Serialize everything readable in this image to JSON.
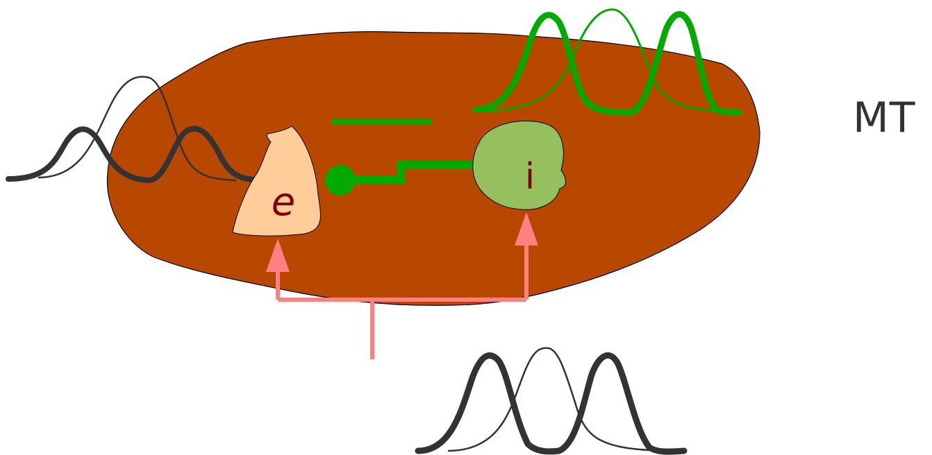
{
  "side_label": "MT",
  "node_e_label": "e",
  "node_i_label": "i",
  "colors": {
    "region_fill": "#b84800",
    "node_e_fill": "#fdcc99",
    "node_i_fill": "#96bf5e",
    "node_label_text": "#800000",
    "connection_green": "#00aa00",
    "input_pink": "#ff8080",
    "curve_dark": "#333333",
    "text_gray": "#333333"
  }
}
